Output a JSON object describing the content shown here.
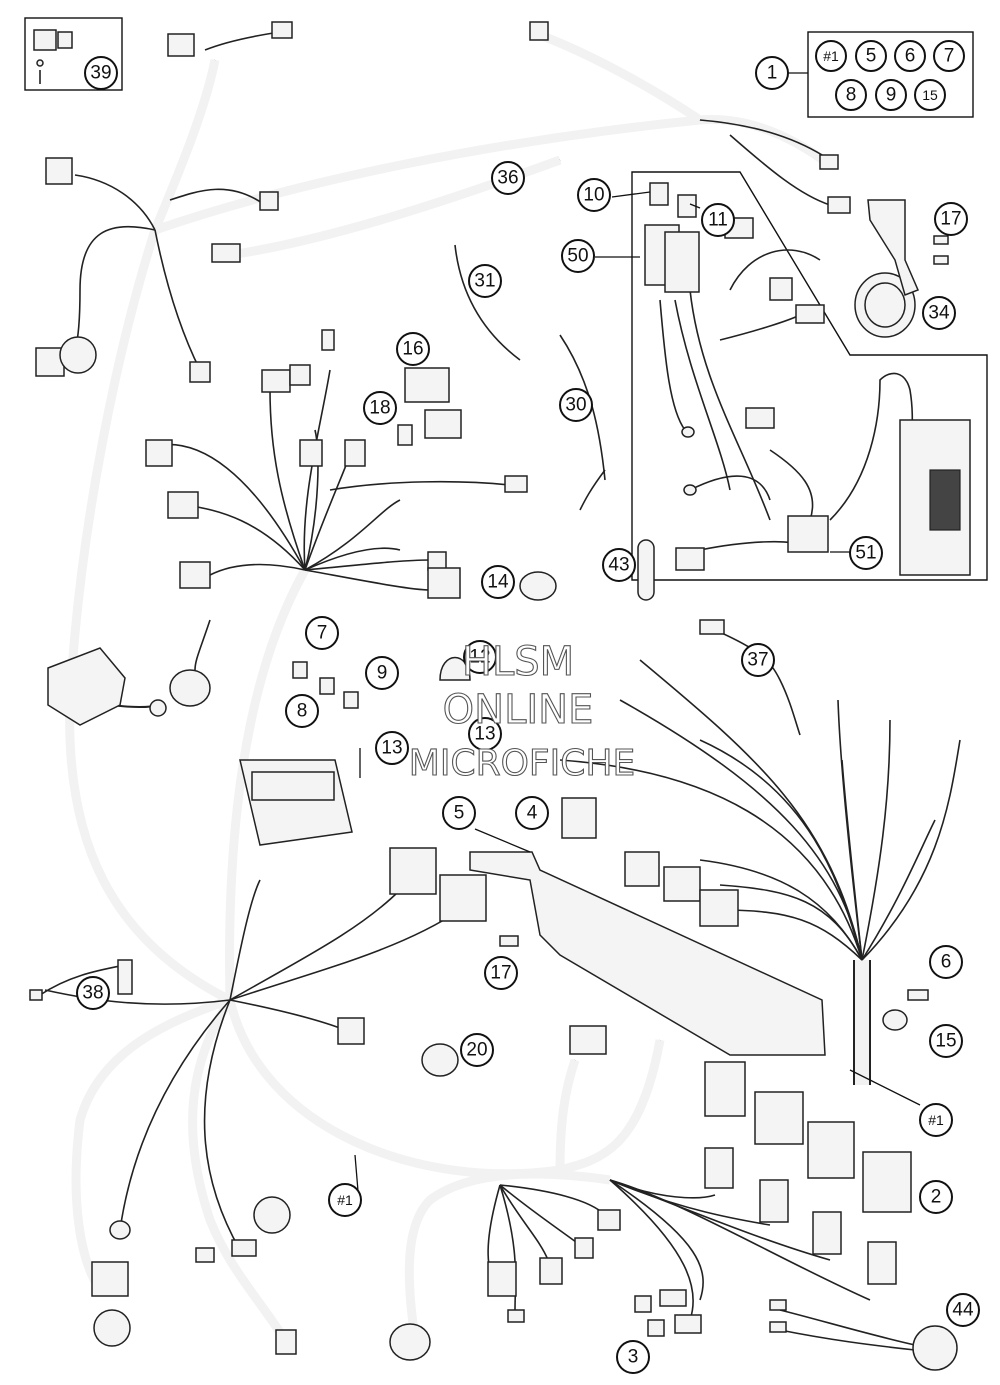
{
  "watermark": {
    "line1": "HLSM",
    "line2": "ONLINE",
    "line3": "MICROFICHE"
  },
  "kit_box": {
    "row1": [
      "#1",
      "5",
      "6",
      "7"
    ],
    "row2": [
      "8",
      "9",
      "15"
    ]
  },
  "callouts": [
    {
      "id": "c39",
      "label": "39"
    },
    {
      "id": "c1",
      "label": "1"
    },
    {
      "id": "c36",
      "label": "36"
    },
    {
      "id": "c10",
      "label": "10"
    },
    {
      "id": "c11",
      "label": "11"
    },
    {
      "id": "c50",
      "label": "50"
    },
    {
      "id": "c17a",
      "label": "17"
    },
    {
      "id": "c34",
      "label": "34"
    },
    {
      "id": "c31",
      "label": "31"
    },
    {
      "id": "c16",
      "label": "16"
    },
    {
      "id": "c18",
      "label": "18"
    },
    {
      "id": "c30",
      "label": "30"
    },
    {
      "id": "c14",
      "label": "14"
    },
    {
      "id": "c43",
      "label": "43"
    },
    {
      "id": "c51",
      "label": "51"
    },
    {
      "id": "c7",
      "label": "7"
    },
    {
      "id": "c12",
      "label": "12"
    },
    {
      "id": "c9",
      "label": "9"
    },
    {
      "id": "c8",
      "label": "8"
    },
    {
      "id": "c13a",
      "label": "13"
    },
    {
      "id": "c13b",
      "label": "13"
    },
    {
      "id": "c37",
      "label": "37"
    },
    {
      "id": "c5",
      "label": "5"
    },
    {
      "id": "c4",
      "label": "4"
    },
    {
      "id": "c6",
      "label": "6"
    },
    {
      "id": "c15",
      "label": "15"
    },
    {
      "id": "c38",
      "label": "38"
    },
    {
      "id": "c17b",
      "label": "17"
    },
    {
      "id": "c20",
      "label": "20"
    },
    {
      "id": "c1b",
      "label": "#1"
    },
    {
      "id": "c1c",
      "label": "#1"
    },
    {
      "id": "c2",
      "label": "2"
    },
    {
      "id": "c3",
      "label": "3"
    },
    {
      "id": "c44",
      "label": "44"
    }
  ]
}
